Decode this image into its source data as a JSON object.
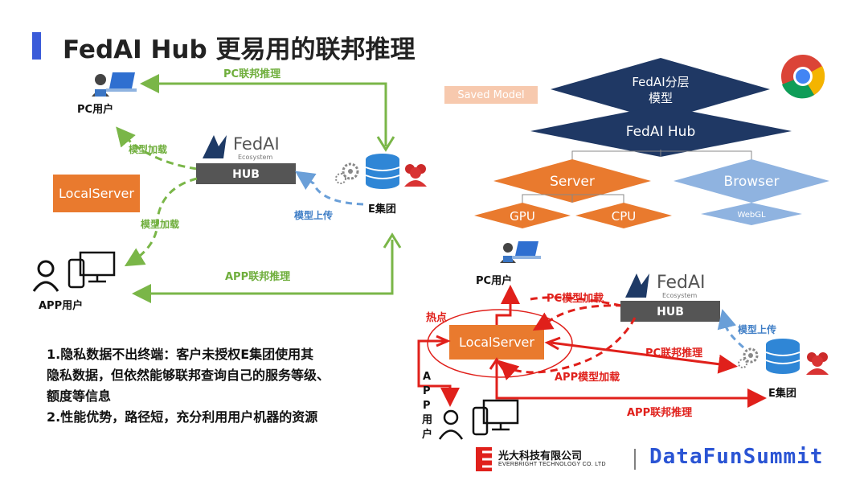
{
  "title": "FedAI Hub 更易用的联邦推理",
  "left_diagram": {
    "pc_link": "PC联邦推理",
    "pc_user": "PC用户",
    "model_load_1": "模型加载",
    "model_load_2": "模型加载",
    "local_server": "LocalServer",
    "hub_logo": "FedAI",
    "hub_sub": "Ecosystem",
    "hub_label": "HUB",
    "model_upload": "模型上传",
    "e_group": "E集团",
    "app_link": "APP联邦推理",
    "app_user": "APP用户"
  },
  "pyramid": {
    "saved_model": "Saved Model",
    "top_line1": "FedAI分层",
    "top_line2": "模型",
    "hub": "FedAI Hub",
    "server": "Server",
    "browser": "Browser",
    "gpu": "GPU",
    "cpu": "CPU",
    "webgl": "WebGL"
  },
  "right_diagram": {
    "pc_user": "PC用户",
    "pc_model_load": "PC模型加载",
    "hot_spot": "热点",
    "local_server": "LocalServer",
    "hub_logo": "FedAI",
    "hub_sub": "Ecosystem",
    "hub_label": "HUB",
    "model_upload": "模型上传",
    "pc_link": "PC联邦推理",
    "app_model_load": "APP模型加载",
    "e_group": "E集团",
    "app_link": "APP联邦推理",
    "app_user_vertical": [
      "A",
      "P",
      "P",
      "用",
      "户"
    ]
  },
  "notes": [
    "1.隐私数据不出终端：客户未授权E集团使用其",
    "隐私数据，但依然能够联邦查询自己的服务等级、",
    "额度等信息",
    "2.性能优势，路径短，充分利用用户机器的资源"
  ],
  "footer": {
    "company_cn": "光大科技有限公司",
    "company_en": "EVERBRIGHT TECHNOLOGY CO. LTD",
    "summit": "DataFunSummit"
  },
  "colors": {
    "accent_blue": "#3a5bd9",
    "green": "#7ab648",
    "orange": "#e97a2e",
    "red": "#e0201b",
    "navy": "#1e3a66",
    "light_blue": "#8fb3e0"
  }
}
